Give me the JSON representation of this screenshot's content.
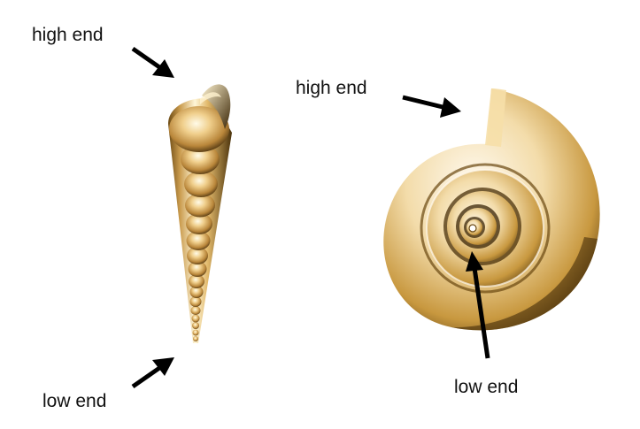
{
  "labels": {
    "left_high": "high end",
    "left_low": "low end",
    "right_high": "high end",
    "right_low": "low end"
  },
  "colors": {
    "shell_light": "#fff6d8",
    "shell_mid": "#d9ad5f",
    "shell_dark": "#5a3d0f",
    "arrow": "#000000"
  }
}
